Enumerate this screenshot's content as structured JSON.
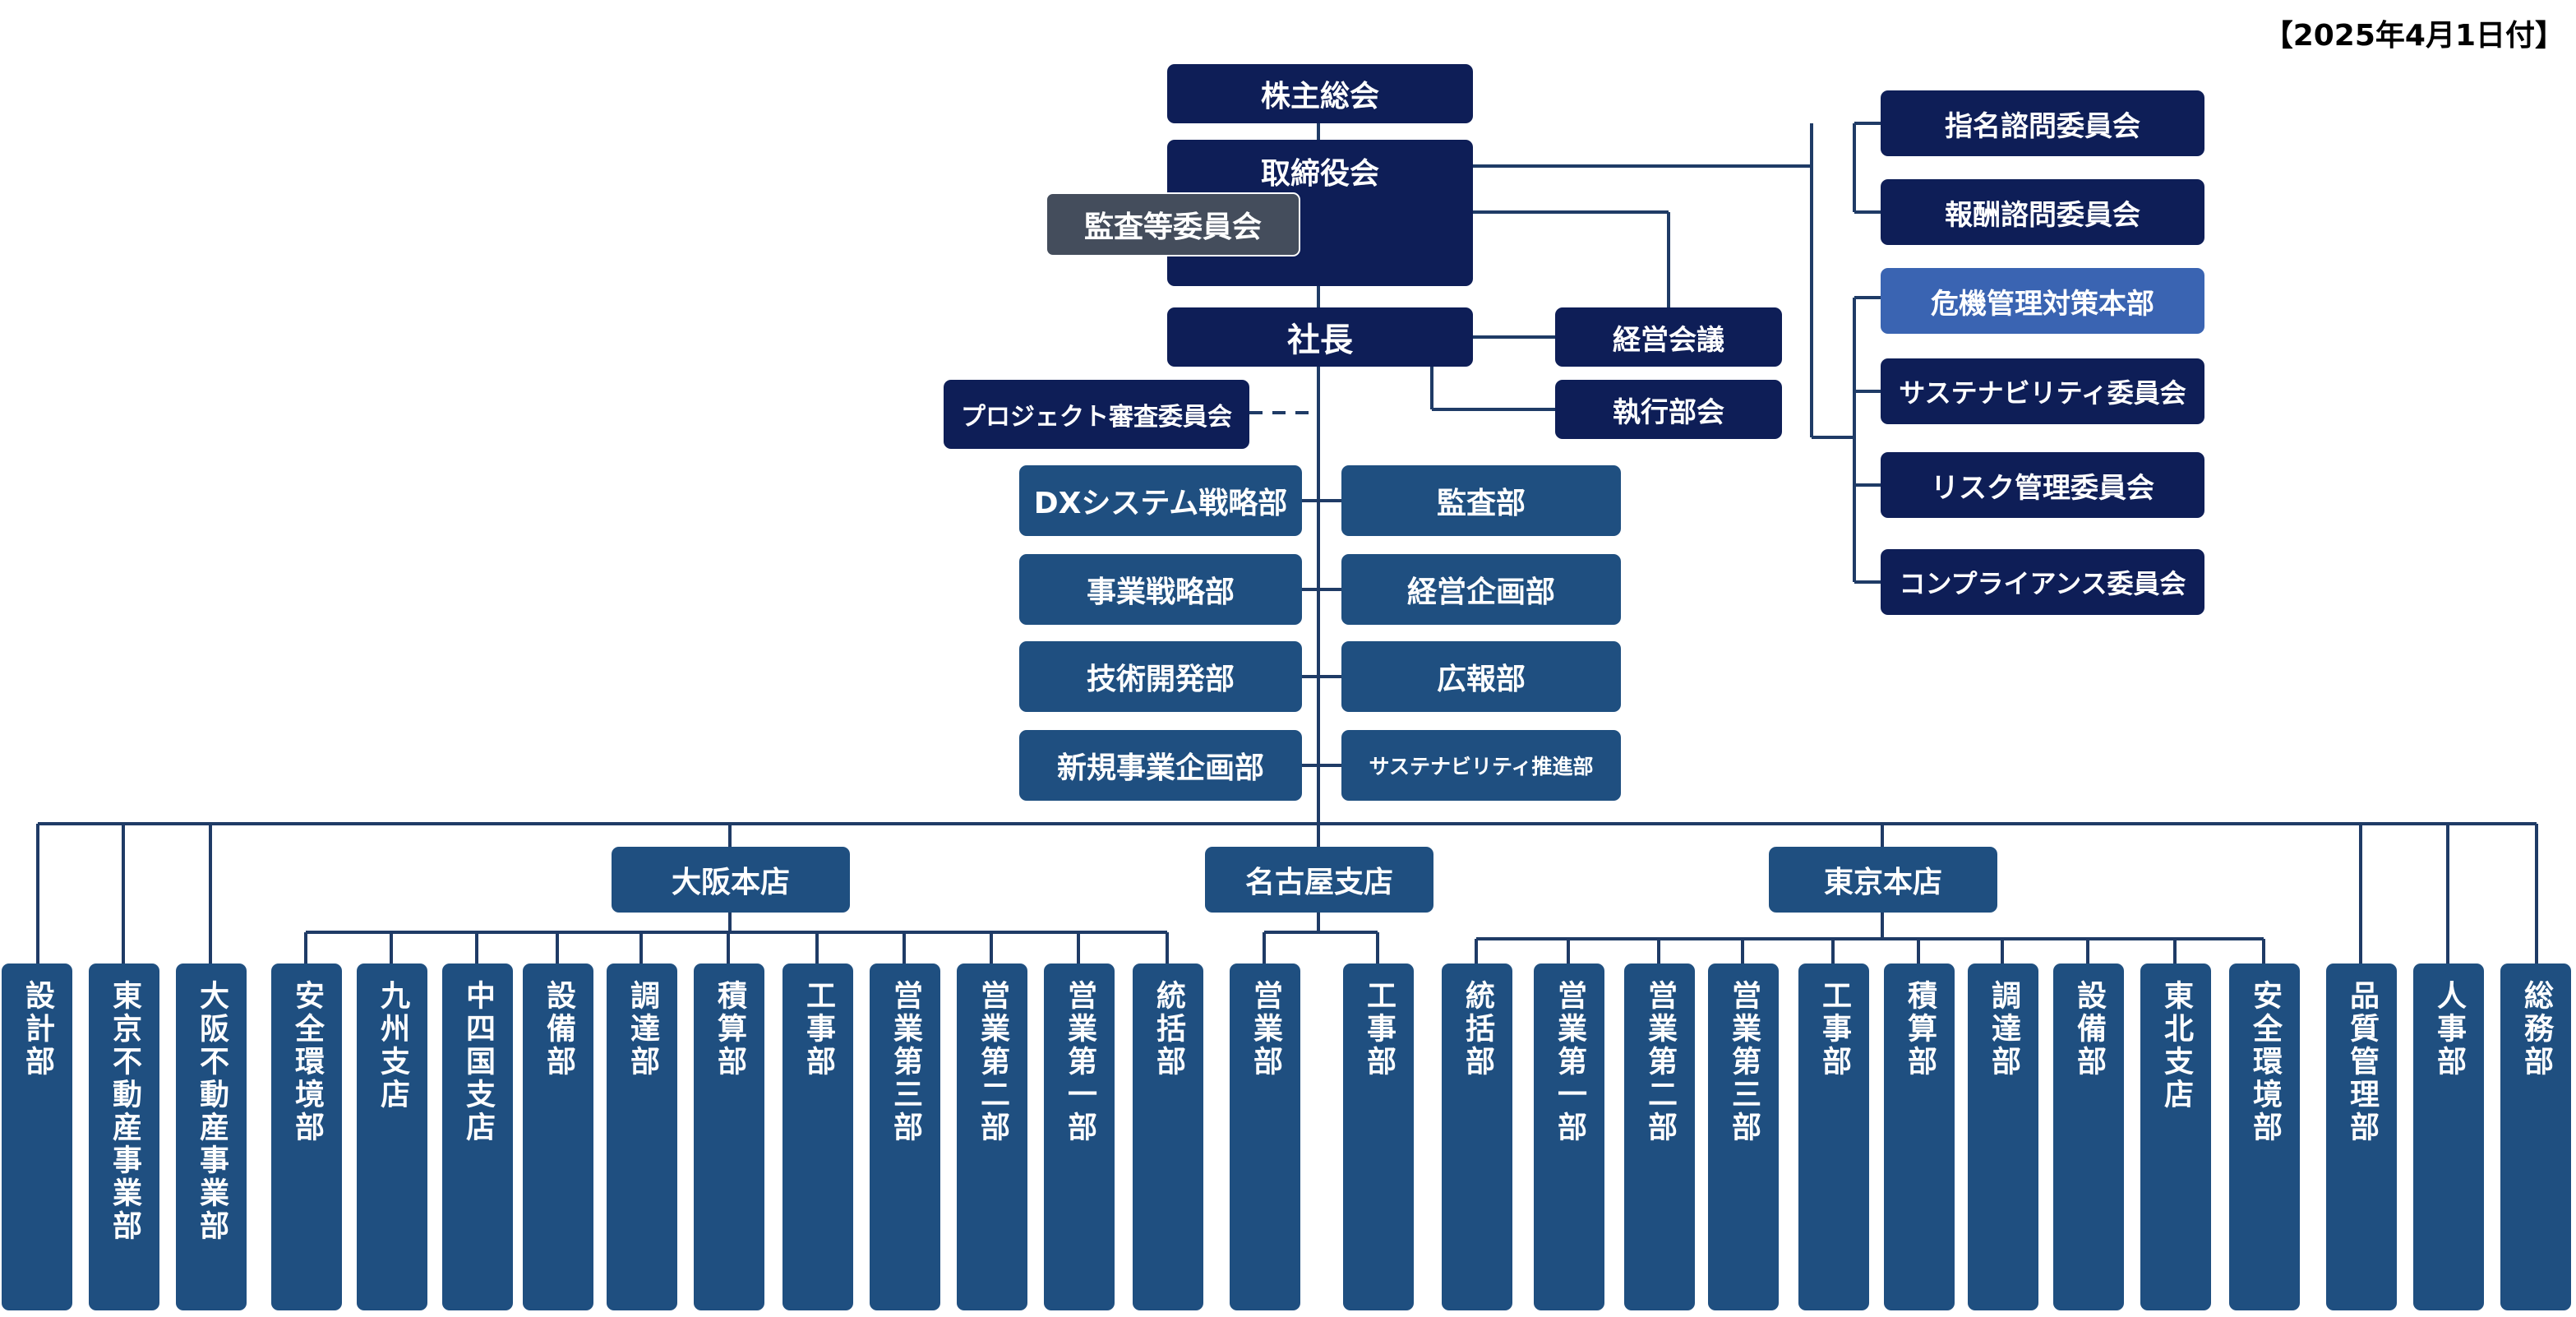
{
  "date_label": "【2025年4月1日付】",
  "top": {
    "shareholders": "株主総会",
    "board": "取締役会",
    "audit_committee": "監査等委員会",
    "president": "社長",
    "management_meeting": "経営会議",
    "executive_meeting": "執行部会",
    "project_review": "プロジェクト審査委員会"
  },
  "committees": [
    "指名諮問委員会",
    "報酬諮問委員会",
    "危機管理対策本部",
    "サステナビリティ委員会",
    "リスク管理委員会",
    "コンプライアンス委員会"
  ],
  "staff_left": [
    "DXシステム戦略部",
    "事業戦略部",
    "技術開発部",
    "新規事業企画部"
  ],
  "staff_right": [
    "監査部",
    "経営企画部",
    "広報部",
    "サステナビリティ推進部"
  ],
  "branches": {
    "osaka": "大阪本店",
    "nagoya": "名古屋支店",
    "tokyo": "東京本店"
  },
  "hq_left_depts": [
    "設計部",
    "東京不動産事業部",
    "大阪不動産事業部"
  ],
  "osaka_depts": [
    "安全環境部",
    "九州支店",
    "中四国支店",
    "設備部",
    "調達部",
    "積算部",
    "工事部",
    "営業第三部",
    "営業第二部",
    "営業第一部",
    "統括部"
  ],
  "nagoya_depts": [
    "営業部",
    "工事部"
  ],
  "tokyo_depts": [
    "統括部",
    "営業第一部",
    "営業第二部",
    "営業第三部",
    "工事部",
    "積算部",
    "調達部",
    "設備部",
    "東北支店",
    "安全環境部"
  ],
  "hq_right_depts": [
    "品質管理部",
    "人事部",
    "総務部"
  ]
}
